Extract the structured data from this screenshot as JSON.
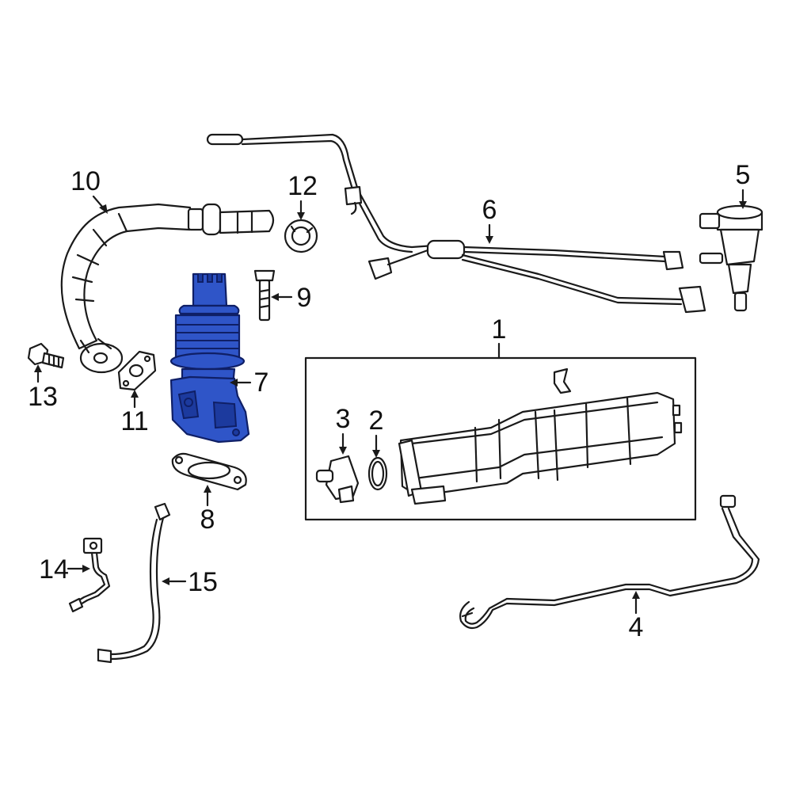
{
  "highlight_color": "#2f55c8",
  "callouts": {
    "c1": "1",
    "c2": "2",
    "c3": "3",
    "c4": "4",
    "c5": "5",
    "c6": "6",
    "c7": "7",
    "c8": "8",
    "c9": "9",
    "c10": "10",
    "c11": "11",
    "c12": "12",
    "c13": "13",
    "c14": "14",
    "c15": "15"
  }
}
